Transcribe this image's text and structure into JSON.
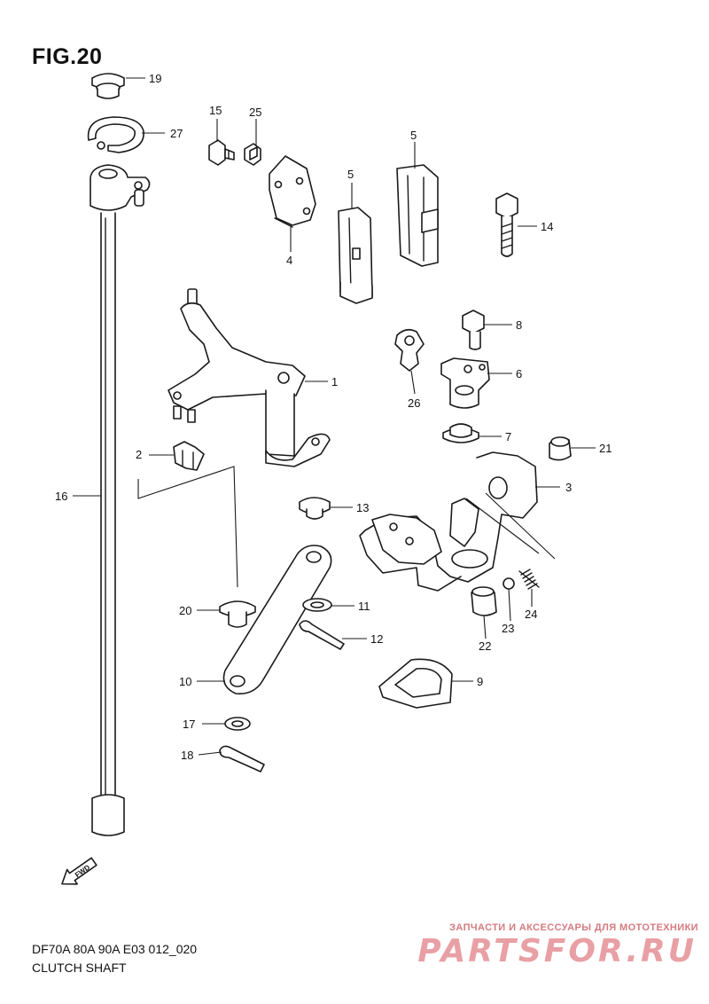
{
  "figure": {
    "title": "FIG.20",
    "model_line": "DF70A 80A 90A E03 012_020",
    "caption": "CLUTCH SHAFT",
    "direction_label": "FWD"
  },
  "callouts": {
    "c1": "1",
    "c2": "2",
    "c3": "3",
    "c4": "4",
    "c5a": "5",
    "c5b": "5",
    "c6": "6",
    "c7": "7",
    "c8": "8",
    "c9": "9",
    "c10": "10",
    "c11": "11",
    "c12": "12",
    "c13": "13",
    "c14": "14",
    "c15": "15",
    "c16": "16",
    "c17": "17",
    "c18": "18",
    "c19": "19",
    "c20": "20",
    "c21": "21",
    "c22": "22",
    "c23": "23",
    "c24": "24",
    "c25": "25",
    "c26": "26",
    "c27": "27"
  },
  "watermark": {
    "tagline": "ЗАПЧАСТИ И АКСЕССУАРЫ ДЛЯ МОТОТЕХНИКИ",
    "brand": "PARTSFOR.RU"
  }
}
